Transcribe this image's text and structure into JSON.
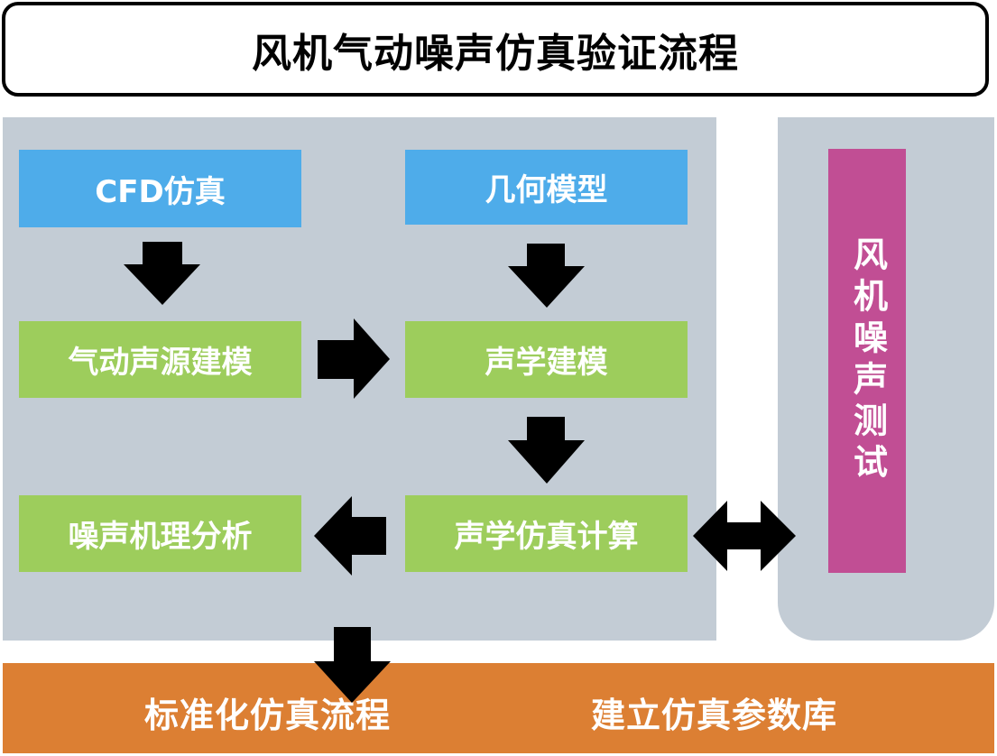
{
  "title": "风机气动噪声仿真验证流程",
  "boxes": {
    "cfd": "CFD仿真",
    "geometry": "几何模型",
    "aero_source": "气动声源建模",
    "acoustic_model": "声学建模",
    "noise_analysis": "噪声机理分析",
    "acoustic_compute": "声学仿真计算"
  },
  "side_test": "风机噪声测试",
  "bottom": {
    "left": "标准化仿真流程",
    "right": "建立仿真参数库"
  },
  "colors": {
    "blue": "#4eacea",
    "green": "#9dcd5c",
    "magenta": "#c14e94",
    "orange": "#dc7f33",
    "panel": "#c3ccd5"
  }
}
